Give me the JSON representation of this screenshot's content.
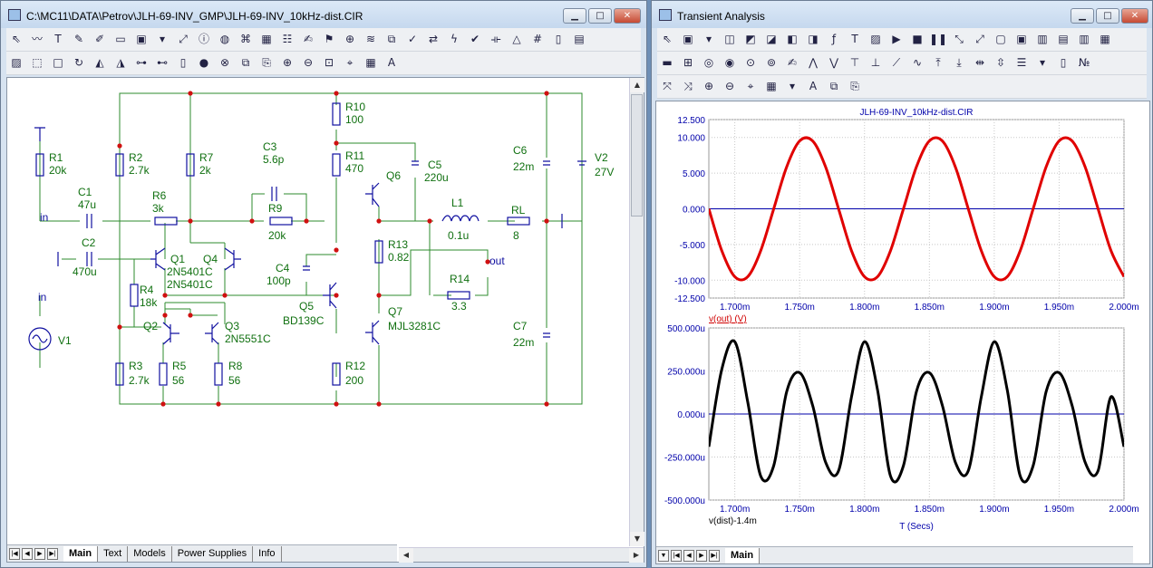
{
  "schematic_window": {
    "title": "C:\\MC11\\DATA\\Petrov\\JLH-69-INV_GMP\\JLH-69-INV_10kHz-dist.CIR",
    "tabs": [
      "Main",
      "Text",
      "Models",
      "Power Supplies",
      "Info"
    ],
    "active_tab": "Main",
    "toolbar1_icons": [
      "select-arrow-icon",
      "wire-icon",
      "text-T-icon",
      "pen-icon",
      "pencil-icon",
      "bus-icon",
      "component-icon",
      "dropdown-icon",
      "link-icon",
      "info-icon",
      "globe-icon",
      "tree-icon",
      "grid-icon",
      "table-icon",
      "edit-icon",
      "flag-icon",
      "node-icon",
      "noise-icon",
      "copy-icon",
      "check-icon",
      "arrows-icon",
      "lightning-icon",
      "tick-icon",
      "bracket-icon",
      "triangle-icon",
      "grid2-icon",
      "page-icon",
      "doc-icon"
    ],
    "toolbar2_icons": [
      "image-icon",
      "selection-icon",
      "blank-icon",
      "rotate-icon",
      "mirror-icon",
      "flip-icon",
      "binoculars-icon",
      "binoculars2-icon",
      "page-icon",
      "circle-icon",
      "close-circle-icon",
      "copy-icon",
      "paste-icon",
      "zoom-in-icon",
      "zoom-out-icon",
      "zoom-fit-icon",
      "probe-icon",
      "grid-icon",
      "text-a-icon"
    ],
    "components": [
      {
        "ref": "R1",
        "value": "20k"
      },
      {
        "ref": "R2",
        "value": "2.7k"
      },
      {
        "ref": "R7",
        "value": "2k"
      },
      {
        "ref": "C3",
        "value": "5.6p"
      },
      {
        "ref": "R10",
        "value": "100"
      },
      {
        "ref": "R11",
        "value": "470"
      },
      {
        "ref": "C5",
        "value": "220u"
      },
      {
        "ref": "C6",
        "value": "22m"
      },
      {
        "ref": "V2",
        "value": "27V"
      },
      {
        "ref": "C1",
        "value": "47u"
      },
      {
        "ref": "R6",
        "value": "3k"
      },
      {
        "ref": "R9",
        "value": "20k"
      },
      {
        "ref": "L1",
        "value": "0.1u"
      },
      {
        "ref": "RL",
        "value": "8"
      },
      {
        "ref": "C2",
        "value": "470u"
      },
      {
        "ref": "Q1",
        "value": "2N5401C"
      },
      {
        "ref": "Q4",
        "value": "2N5401C"
      },
      {
        "ref": "R13",
        "value": "0.82"
      },
      {
        "ref": "C4",
        "value": "100p"
      },
      {
        "ref": "R4",
        "value": "18k"
      },
      {
        "ref": "R14",
        "value": "3.3"
      },
      {
        "ref": "Q5",
        "value": "BD139C"
      },
      {
        "ref": "Q2",
        "value": ""
      },
      {
        "ref": "Q3",
        "value": "2N5551C"
      },
      {
        "ref": "Q7",
        "value": "MJL3281C"
      },
      {
        "ref": "Q6",
        "value": ""
      },
      {
        "ref": "C7",
        "value": "22m"
      },
      {
        "ref": "V1",
        "value": ""
      },
      {
        "ref": "R3",
        "value": "2.7k"
      },
      {
        "ref": "R5",
        "value": "56"
      },
      {
        "ref": "R8",
        "value": "56"
      },
      {
        "ref": "R12",
        "value": "200"
      }
    ],
    "net_labels": {
      "in_top": "in",
      "in_source": "in",
      "out": "out"
    }
  },
  "analysis_window": {
    "title": "Transient Analysis",
    "tabs": [
      "Main"
    ],
    "active_tab": "Main",
    "toolbar1_icons": [
      "select-arrow-icon",
      "component-icon",
      "dropdown-icon",
      "graph-icon",
      "graph2-icon",
      "graph3-icon",
      "graph4-icon",
      "graph5-icon",
      "formula-icon",
      "text-T-icon",
      "image-icon",
      "run-icon",
      "stop-icon",
      "pause-icon",
      "scale-icon",
      "scale2-icon",
      "window-icon",
      "window2-icon",
      "layout-icon",
      "layout2-icon",
      "layout3-icon",
      "layout4-icon"
    ],
    "toolbar2_icons": [
      "minimize-icon",
      "maximize-icon",
      "zoom-icon",
      "zoom2-icon",
      "zoom3-icon",
      "zoom4-icon",
      "edit-icon",
      "peak-icon",
      "valley-icon",
      "high-icon",
      "low-icon",
      "slope-icon",
      "inflect-icon",
      "max-icon",
      "min-icon",
      "horizontal-icon",
      "vertical-icon",
      "list-icon",
      "dropdown-icon",
      "page-icon",
      "number-icon"
    ],
    "toolbar3_icons": [
      "fit-icon",
      "fit2-icon",
      "zoom-in-icon",
      "zoom-out-icon",
      "probe-icon",
      "grid-icon",
      "dropdown-icon",
      "text-a-icon",
      "copy-icon",
      "paste-icon"
    ]
  },
  "chart_data": [
    {
      "type": "line",
      "title": "JLH-69-INV_10kHz-dist.CIR",
      "xlabel": "",
      "ylabel": "",
      "x_tick_labels": [
        "1.700m",
        "1.750m",
        "1.800m",
        "1.850m",
        "1.900m",
        "1.950m",
        "2.000m"
      ],
      "y_tick_labels": [
        "12.500",
        "10.000",
        "5.000",
        "0.000",
        "-5.000",
        "-10.000",
        "-12.500"
      ],
      "xlim": [
        0.0017,
        0.002
      ],
      "ylim": [
        -12.5,
        12.5
      ],
      "grid": true,
      "series": [
        {
          "name": "v(out) (V)",
          "color": "#e00000",
          "x": [
            0.00168,
            0.00169,
            0.0017,
            0.00171,
            0.00172,
            0.00173,
            0.00174,
            0.00175,
            0.00176,
            0.00177,
            0.00178,
            0.00179,
            0.0018,
            0.00181,
            0.00182,
            0.00183,
            0.00184,
            0.00185,
            0.00186,
            0.00187,
            0.00188,
            0.00189,
            0.0019,
            0.00191,
            0.00192,
            0.00193,
            0.00194,
            0.00195,
            0.00196,
            0.00197,
            0.00198,
            0.00199,
            0.002
          ],
          "values": [
            0.0,
            -5.88,
            -9.51,
            -9.51,
            -5.88,
            0.0,
            5.88,
            9.51,
            9.51,
            5.88,
            0.0,
            -5.88,
            -9.51,
            -9.51,
            -5.88,
            0.0,
            5.88,
            9.51,
            9.51,
            5.88,
            0.0,
            -5.88,
            -9.51,
            -9.51,
            -5.88,
            0.0,
            5.88,
            9.51,
            9.51,
            5.88,
            0.0,
            -5.88,
            -9.51
          ]
        }
      ]
    },
    {
      "type": "line",
      "title": "",
      "xlabel": "T (Secs)",
      "ylabel": "",
      "x_tick_labels": [
        "1.700m",
        "1.750m",
        "1.800m",
        "1.850m",
        "1.900m",
        "1.950m",
        "2.000m"
      ],
      "y_tick_labels": [
        "500.000u",
        "250.000u",
        "0.000u",
        "-250.000u",
        "-500.000u"
      ],
      "xlim": [
        0.00168,
        0.002
      ],
      "ylim": [
        -0.0005,
        0.0005
      ],
      "grid": true,
      "series": [
        {
          "name": "v(dist)-1.4m",
          "color": "#000000",
          "x": [
            0.00168,
            0.00169,
            0.0017,
            0.00171,
            0.00172,
            0.00173,
            0.00174,
            0.00175,
            0.00176,
            0.00177,
            0.00178,
            0.00179,
            0.0018,
            0.00181,
            0.00182,
            0.00183,
            0.00184,
            0.00185,
            0.00186,
            0.00187,
            0.00188,
            0.00189,
            0.0019,
            0.00191,
            0.00192,
            0.00193,
            0.00194,
            0.00195,
            0.00196,
            0.00197,
            0.00198,
            0.00199,
            0.002
          ],
          "values": [
            -0.00019,
            0.00026,
            0.00042,
            7e-05,
            -0.00036,
            -0.0003,
            0.00013,
            0.00024,
            5e-05,
            -0.00028,
            -0.00033,
            0.0001,
            0.00042,
            0.00014,
            -0.00036,
            -0.0003,
            0.00013,
            0.00024,
            5e-05,
            -0.00028,
            -0.00033,
            0.0001,
            0.00042,
            0.00014,
            -0.00036,
            -0.0003,
            0.00013,
            0.00024,
            5e-05,
            -0.00028,
            -0.00033,
            0.0001,
            -0.00019
          ]
        }
      ]
    }
  ]
}
